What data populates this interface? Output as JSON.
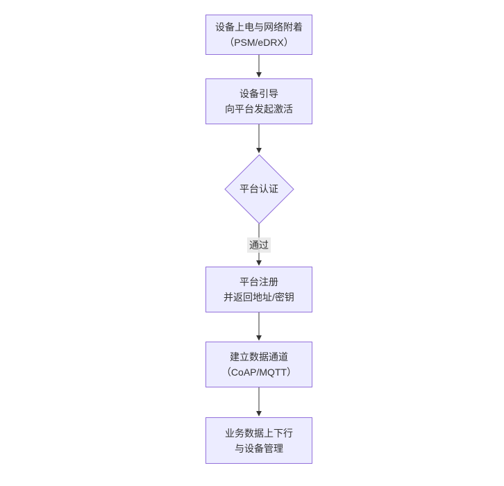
{
  "diagram": {
    "type": "flowchart",
    "direction": "top-down",
    "colors": {
      "node_fill": "#ECECFF",
      "node_border": "#9370DB",
      "text": "#333333",
      "arrow": "#333333",
      "edge_label_bg": "#e8e8e8",
      "background": "#ffffff"
    },
    "nodes": [
      {
        "id": "A",
        "shape": "rect",
        "lines": [
          "设备上电与网络附着",
          "（PSM/eDRX）"
        ]
      },
      {
        "id": "B",
        "shape": "rect",
        "lines": [
          "设备引导",
          "向平台发起激活"
        ]
      },
      {
        "id": "C",
        "shape": "diamond",
        "lines": [
          "平台认证"
        ]
      },
      {
        "id": "D",
        "shape": "rect",
        "lines": [
          "平台注册",
          "并返回地址/密钥"
        ]
      },
      {
        "id": "E",
        "shape": "rect",
        "lines": [
          "建立数据通道",
          "（CoAP/MQTT）"
        ]
      },
      {
        "id": "F",
        "shape": "rect",
        "lines": [
          "业务数据上下行",
          "与设备管理"
        ]
      }
    ],
    "edges": [
      {
        "from": "A",
        "to": "B",
        "label": ""
      },
      {
        "from": "B",
        "to": "C",
        "label": ""
      },
      {
        "from": "C",
        "to": "D",
        "label": "通过"
      },
      {
        "from": "D",
        "to": "E",
        "label": ""
      },
      {
        "from": "E",
        "to": "F",
        "label": ""
      }
    ]
  }
}
